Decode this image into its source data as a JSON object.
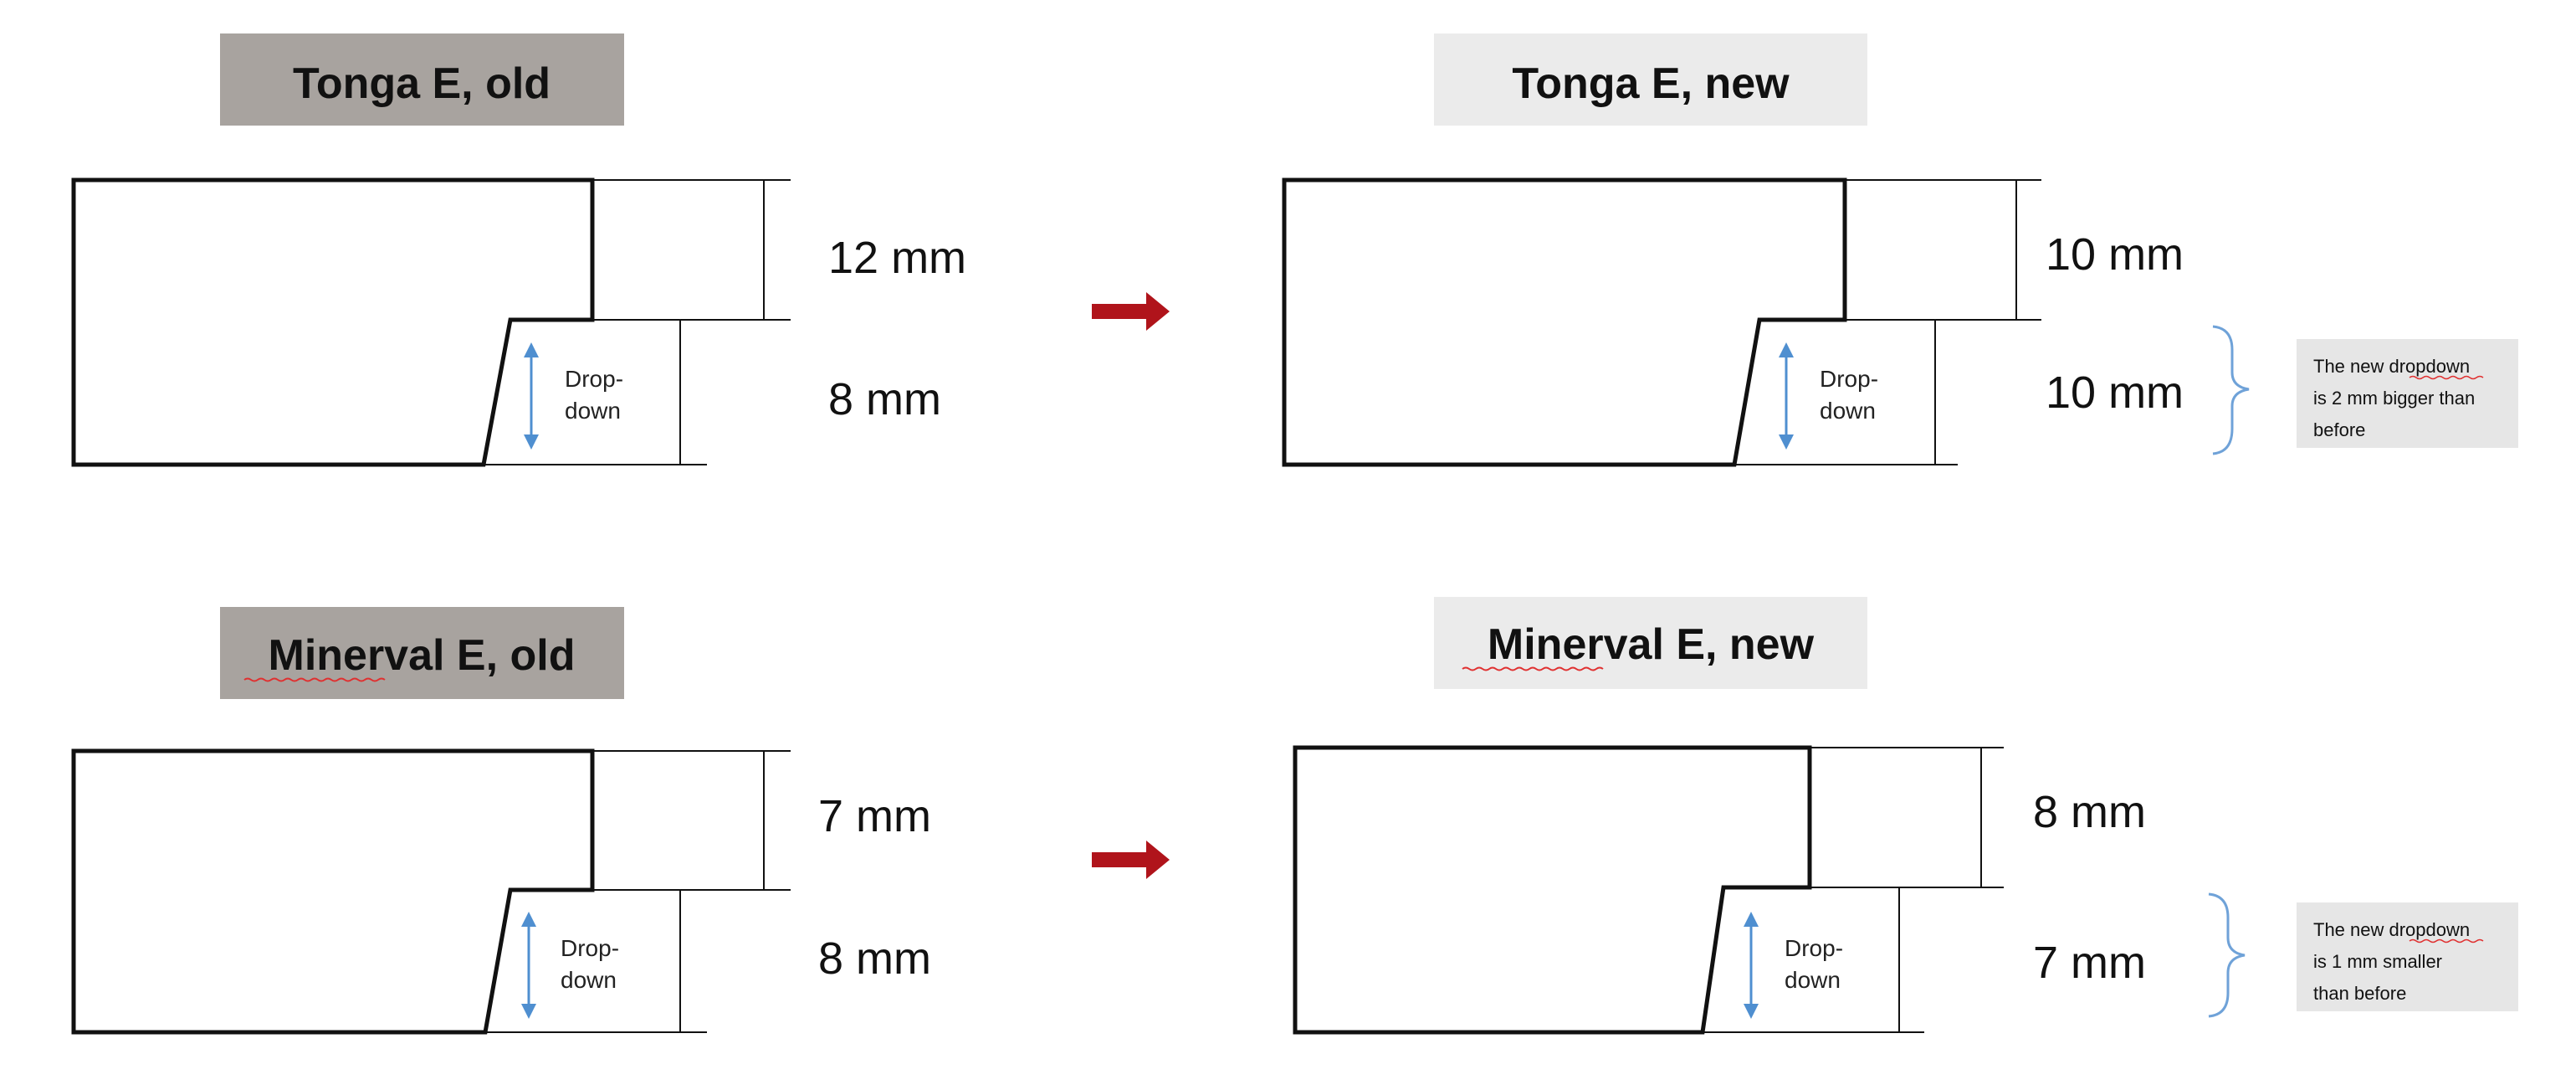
{
  "panels": [
    {
      "title": "Tonga E, old",
      "top_dim": "12 mm",
      "bottom_dim": "8 mm",
      "drop_label": [
        "Drop-",
        "down"
      ],
      "title_bg": "#a8a39f"
    },
    {
      "title": "Tonga E, new",
      "top_dim": "10 mm",
      "bottom_dim": "10 mm",
      "drop_label": [
        "Drop-",
        "down"
      ],
      "note": [
        "The new dropdown",
        "is 2 mm bigger than",
        "before"
      ],
      "title_bg": "#ebebeb"
    },
    {
      "title": "Minerval E, old",
      "top_dim": "7 mm",
      "bottom_dim": "8 mm",
      "drop_label": [
        "Drop-",
        "down"
      ],
      "title_bg": "#a8a39f"
    },
    {
      "title": "Minerval E, new",
      "top_dim": "8 mm",
      "bottom_dim": "7 mm",
      "drop_label": [
        "Drop-",
        "down"
      ],
      "note": [
        "The new dropdown",
        "is 1 mm smaller",
        "than before"
      ],
      "title_bg": "#ebebeb"
    }
  ],
  "colors": {
    "arrow": "#b0141b",
    "dropdown_arrow": "#4f8fd0",
    "bracket": "#6fa2d8",
    "note_bg": "#e6e6e6",
    "spellcheck_underline": "#e03030",
    "line": "#111111"
  },
  "icons": {
    "transition_arrow": "right-arrow-icon",
    "dropdown_arrow": "double-headed-vertical-arrow-icon",
    "bracket": "curly-brace-icon"
  }
}
